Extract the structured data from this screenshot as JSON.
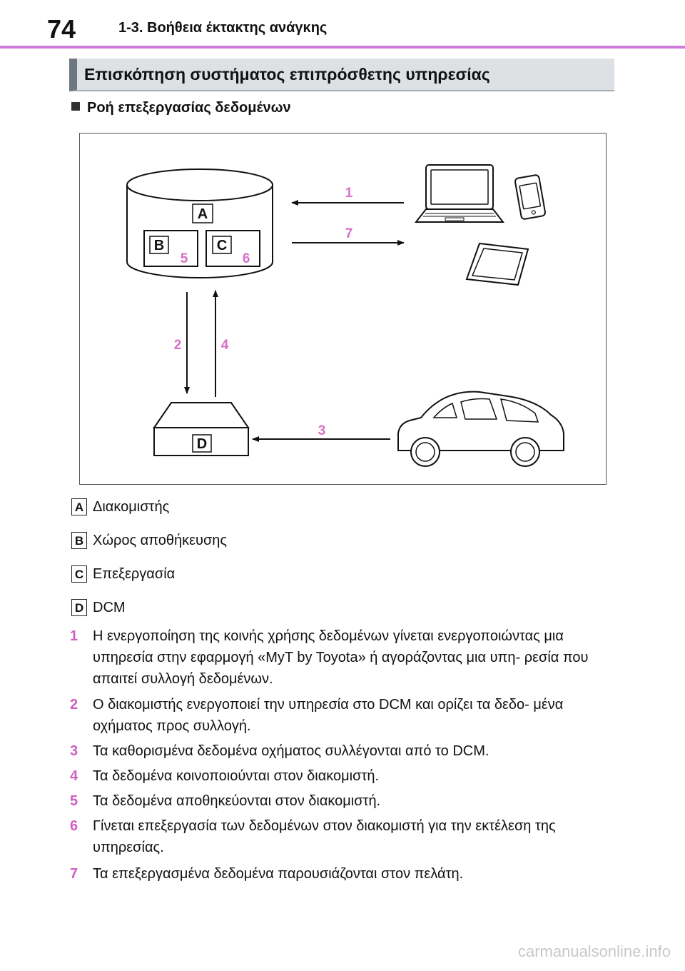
{
  "header": {
    "page_number": "74",
    "chapter": "1-3. Βοήθεια έκτακτης ανάγκης"
  },
  "section_title": "Επισκόπηση συστήματος επιπρόσθετης υπηρεσίας",
  "sub_heading": "Ροή επεξεργασίας δεδομένων",
  "diagram": {
    "box_labels": {
      "a": "A",
      "b": "B",
      "c": "C",
      "d": "D"
    },
    "step_labels": {
      "s1": "1",
      "s2": "2",
      "s3": "3",
      "s4": "4",
      "s5": "5",
      "s6": "6",
      "s7": "7"
    },
    "accent_color": "#d86fc6"
  },
  "legend": [
    {
      "key": "A",
      "text": "Διακομιστής"
    },
    {
      "key": "B",
      "text": "Χώρος αποθήκευσης"
    },
    {
      "key": "C",
      "text": "Επεξεργασία"
    },
    {
      "key": "D",
      "text": "DCM"
    }
  ],
  "steps": [
    {
      "num": "1",
      "text": "Η ενεργοποίηση της κοινής χρήσης δεδομένων γίνεται ενεργοποιώντας μια υπηρεσία στην εφαρμογή «MyT by Toyota» ή αγοράζοντας μια υπη- ρεσία που απαιτεί συλλογή δεδομένων."
    },
    {
      "num": "2",
      "text": "Ο διακομιστής ενεργοποιεί την υπηρεσία στο DCM και ορίζει τα δεδο- μένα οχήματος προς συλλογή."
    },
    {
      "num": "3",
      "text": "Τα καθορισμένα δεδομένα οχήματος συλλέγονται από το DCM."
    },
    {
      "num": "4",
      "text": "Τα δεδομένα κοινοποιούνται στον διακομιστή."
    },
    {
      "num": "5",
      "text": "Τα δεδομένα αποθηκεύονται στον διακομιστή."
    },
    {
      "num": "6",
      "text": "Γίνεται επεξεργασία των δεδομένων στον διακομιστή για την εκτέλεση της υπηρεσίας."
    },
    {
      "num": "7",
      "text": "Τα επεξεργασμένα δεδομένα παρουσιάζονται στον πελάτη."
    }
  ],
  "watermark": "carmanualsonline.info"
}
